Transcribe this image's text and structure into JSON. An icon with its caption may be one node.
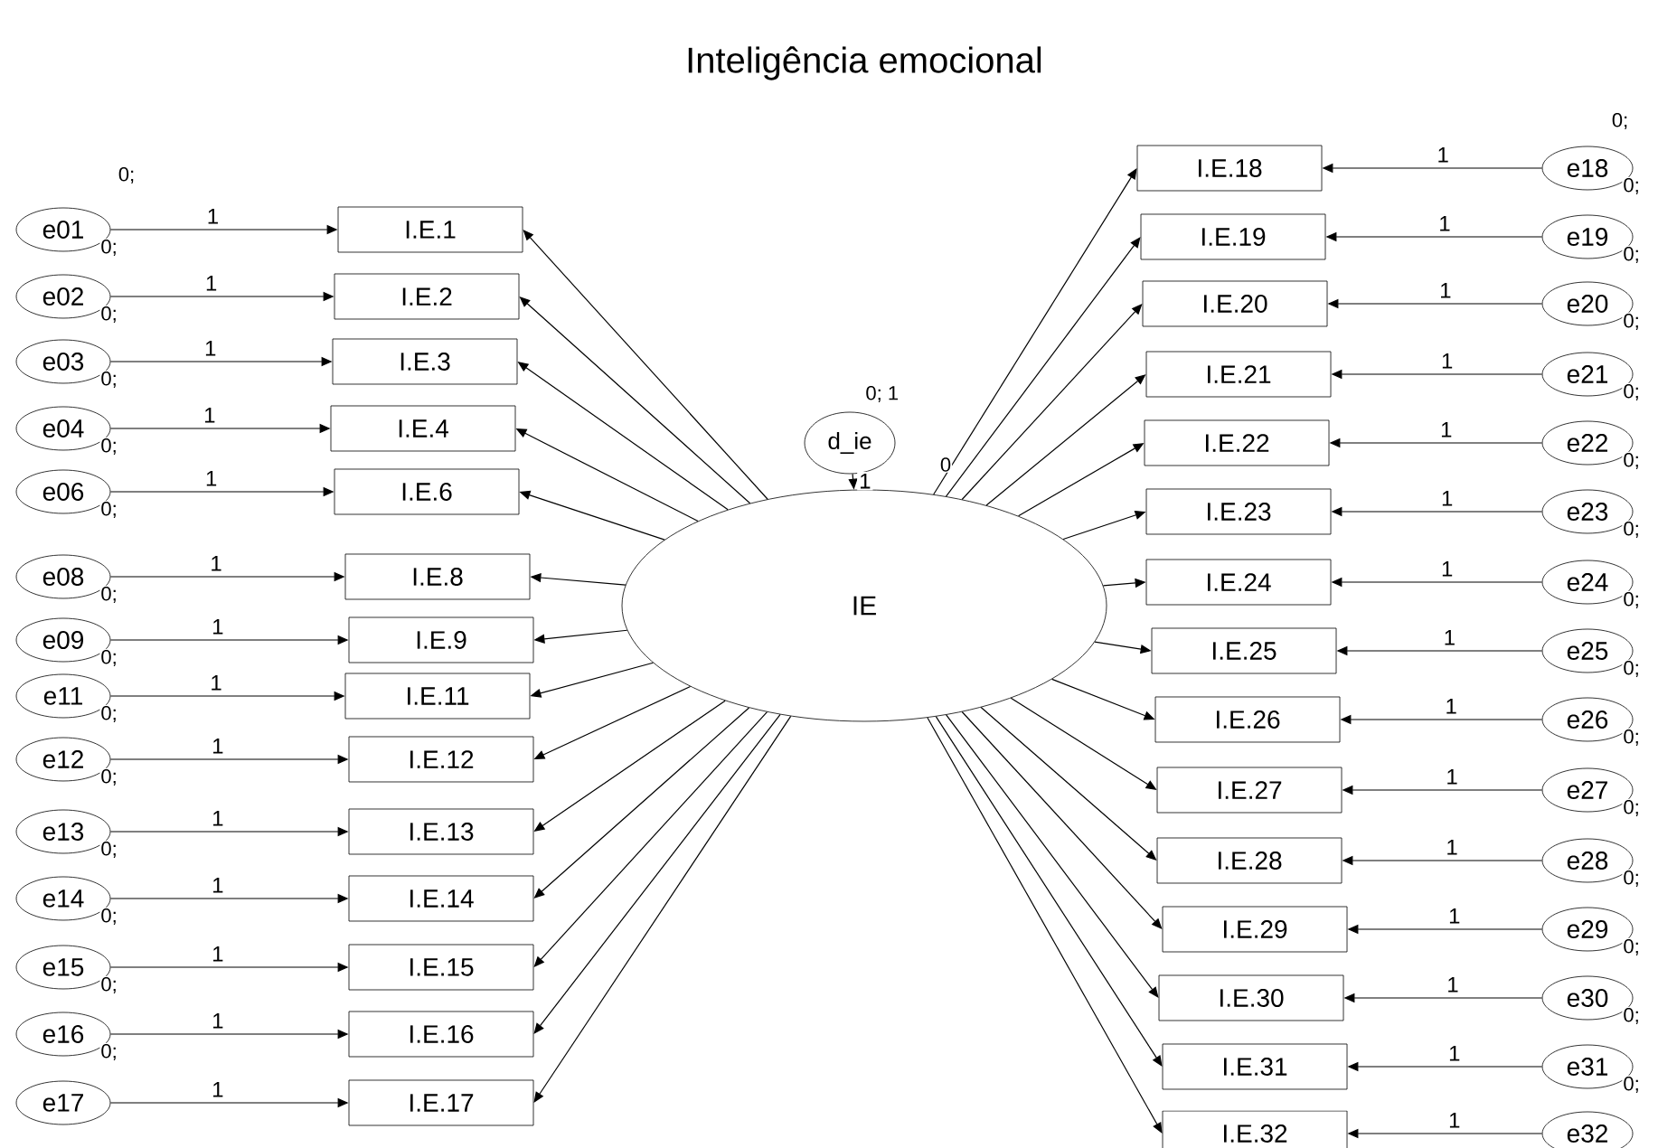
{
  "diagram": {
    "title": "Inteligência emocional",
    "nodes": [
      {
        "text": [
          "IE"
        ],
        "beside": [
          "0"
        ]
      },
      {
        "text": [
          "d_ie"
        ],
        "beside": [
          "0; 1"
        ]
      },
      {
        "text": [
          "e01"
        ],
        "beside": [
          "0;",
          "0;"
        ]
      },
      {
        "text": [
          "I.E.1"
        ]
      },
      {
        "text": [
          "e02"
        ],
        "beside": [
          "0;"
        ]
      },
      {
        "text": [
          "I.E.2"
        ]
      },
      {
        "text": [
          "e03"
        ],
        "beside": [
          "0;"
        ]
      },
      {
        "text": [
          "I.E.3"
        ]
      },
      {
        "text": [
          "e04"
        ],
        "beside": [
          "0;"
        ]
      },
      {
        "text": [
          "I.E.4"
        ]
      },
      {
        "text": [
          "e06"
        ],
        "beside": [
          "0;"
        ]
      },
      {
        "text": [
          "I.E.6"
        ]
      },
      {
        "text": [
          "e08"
        ],
        "beside": [
          "0;"
        ]
      },
      {
        "text": [
          "I.E.8"
        ]
      },
      {
        "text": [
          "e09"
        ],
        "beside": [
          "0;"
        ]
      },
      {
        "text": [
          "I.E.9"
        ]
      },
      {
        "text": [
          "e11"
        ],
        "beside": [
          "0;"
        ]
      },
      {
        "text": [
          "I.E.11"
        ]
      },
      {
        "text": [
          "e12"
        ],
        "beside": [
          "0;"
        ]
      },
      {
        "text": [
          "I.E.12"
        ]
      },
      {
        "text": [
          "e13"
        ],
        "beside": [
          "0;"
        ]
      },
      {
        "text": [
          "I.E.13"
        ]
      },
      {
        "text": [
          "e14"
        ],
        "beside": [
          "0;"
        ]
      },
      {
        "text": [
          "I.E.14"
        ]
      },
      {
        "text": [
          "e15"
        ],
        "beside": [
          "0;"
        ]
      },
      {
        "text": [
          "I.E.15"
        ]
      },
      {
        "text": [
          "e16"
        ],
        "beside": [
          "0;"
        ]
      },
      {
        "text": [
          "I.E.16"
        ]
      },
      {
        "text": [
          "e17"
        ]
      },
      {
        "text": [
          "I.E.17"
        ]
      },
      {
        "text": [
          "e18"
        ],
        "beside": [
          "0;",
          "0;"
        ]
      },
      {
        "text": [
          "I.E.18"
        ]
      },
      {
        "text": [
          "e19"
        ],
        "beside": [
          "0;"
        ]
      },
      {
        "text": [
          "I.E.19"
        ]
      },
      {
        "text": [
          "e20"
        ],
        "beside": [
          "0;"
        ]
      },
      {
        "text": [
          "I.E.20"
        ]
      },
      {
        "text": [
          "e21"
        ],
        "beside": [
          "0;"
        ]
      },
      {
        "text": [
          "I.E.21"
        ]
      },
      {
        "text": [
          "e22"
        ],
        "beside": [
          "0;"
        ]
      },
      {
        "text": [
          "I.E.22"
        ]
      },
      {
        "text": [
          "e23"
        ],
        "beside": [
          "0;"
        ]
      },
      {
        "text": [
          "I.E.23"
        ]
      },
      {
        "text": [
          "e24"
        ],
        "beside": [
          "0;"
        ]
      },
      {
        "text": [
          "I.E.24"
        ]
      },
      {
        "text": [
          "e25"
        ],
        "beside": [
          "0;"
        ]
      },
      {
        "text": [
          "I.E.25"
        ]
      },
      {
        "text": [
          "e26"
        ],
        "beside": [
          "0;"
        ]
      },
      {
        "text": [
          "I.E.26"
        ]
      },
      {
        "text": [
          "e27"
        ],
        "beside": [
          "0;"
        ]
      },
      {
        "text": [
          "I.E.27"
        ]
      },
      {
        "text": [
          "e28"
        ],
        "beside": [
          "0;"
        ]
      },
      {
        "text": [
          "I.E.28"
        ]
      },
      {
        "text": [
          "e29"
        ],
        "beside": [
          "0;"
        ]
      },
      {
        "text": [
          "I.E.29"
        ]
      },
      {
        "text": [
          "e30"
        ],
        "beside": [
          "0;"
        ]
      },
      {
        "text": [
          "I.E.30"
        ]
      },
      {
        "text": [
          "e31"
        ],
        "beside": [
          "0;"
        ]
      },
      {
        "text": [
          "I.E.31"
        ]
      },
      {
        "text": [
          "e32"
        ]
      },
      {
        "text": [
          "I.E.32"
        ]
      }
    ],
    "edges": [
      {
        "from": 1,
        "to": 0,
        "arrow": "to",
        "label": "1"
      },
      {
        "from": 0,
        "to": 3,
        "arrow": "to"
      },
      {
        "from": 2,
        "to": 3,
        "arrow": "to",
        "label": "1"
      },
      {
        "from": 0,
        "to": 5,
        "arrow": "to"
      },
      {
        "from": 4,
        "to": 5,
        "arrow": "to",
        "label": "1"
      },
      {
        "from": 0,
        "to": 7,
        "arrow": "to"
      },
      {
        "from": 6,
        "to": 7,
        "arrow": "to",
        "label": "1"
      },
      {
        "from": 0,
        "to": 9,
        "arrow": "to"
      },
      {
        "from": 8,
        "to": 9,
        "arrow": "to",
        "label": "1"
      },
      {
        "from": 0,
        "to": 11,
        "arrow": "to"
      },
      {
        "from": 10,
        "to": 11,
        "arrow": "to",
        "label": "1"
      },
      {
        "from": 0,
        "to": 13,
        "arrow": "to"
      },
      {
        "from": 12,
        "to": 13,
        "arrow": "to",
        "label": "1"
      },
      {
        "from": 0,
        "to": 15,
        "arrow": "to"
      },
      {
        "from": 14,
        "to": 15,
        "arrow": "to",
        "label": "1"
      },
      {
        "from": 0,
        "to": 17,
        "arrow": "to"
      },
      {
        "from": 16,
        "to": 17,
        "arrow": "to",
        "label": "1"
      },
      {
        "from": 0,
        "to": 19,
        "arrow": "to"
      },
      {
        "from": 18,
        "to": 19,
        "arrow": "to",
        "label": "1"
      },
      {
        "from": 0,
        "to": 21,
        "arrow": "to"
      },
      {
        "from": 20,
        "to": 21,
        "arrow": "to",
        "label": "1"
      },
      {
        "from": 0,
        "to": 23,
        "arrow": "to"
      },
      {
        "from": 22,
        "to": 23,
        "arrow": "to",
        "label": "1"
      },
      {
        "from": 0,
        "to": 25,
        "arrow": "to"
      },
      {
        "from": 24,
        "to": 25,
        "arrow": "to",
        "label": "1"
      },
      {
        "from": 0,
        "to": 27,
        "arrow": "to"
      },
      {
        "from": 26,
        "to": 27,
        "arrow": "to",
        "label": "1"
      },
      {
        "from": 0,
        "to": 29,
        "arrow": "to"
      },
      {
        "from": 28,
        "to": 29,
        "arrow": "to",
        "label": "1"
      },
      {
        "from": 0,
        "to": 31,
        "arrow": "to"
      },
      {
        "from": 30,
        "to": 31,
        "arrow": "to",
        "label": "1"
      },
      {
        "from": 0,
        "to": 33,
        "arrow": "to"
      },
      {
        "from": 32,
        "to": 33,
        "arrow": "to",
        "label": "1"
      },
      {
        "from": 0,
        "to": 35,
        "arrow": "to"
      },
      {
        "from": 34,
        "to": 35,
        "arrow": "to",
        "label": "1"
      },
      {
        "from": 0,
        "to": 37,
        "arrow": "to"
      },
      {
        "from": 36,
        "to": 37,
        "arrow": "to",
        "label": "1"
      },
      {
        "from": 0,
        "to": 39,
        "arrow": "to"
      },
      {
        "from": 38,
        "to": 39,
        "arrow": "to",
        "label": "1"
      },
      {
        "from": 0,
        "to": 41,
        "arrow": "to"
      },
      {
        "from": 40,
        "to": 41,
        "arrow": "to",
        "label": "1"
      },
      {
        "from": 0,
        "to": 43,
        "arrow": "to"
      },
      {
        "from": 42,
        "to": 43,
        "arrow": "to",
        "label": "1"
      },
      {
        "from": 0,
        "to": 45,
        "arrow": "to"
      },
      {
        "from": 44,
        "to": 45,
        "arrow": "to",
        "label": "1"
      },
      {
        "from": 0,
        "to": 47,
        "arrow": "to"
      },
      {
        "from": 46,
        "to": 47,
        "arrow": "to",
        "label": "1"
      },
      {
        "from": 0,
        "to": 49,
        "arrow": "to"
      },
      {
        "from": 48,
        "to": 49,
        "arrow": "to",
        "label": "1"
      },
      {
        "from": 0,
        "to": 51,
        "arrow": "to"
      },
      {
        "from": 50,
        "to": 51,
        "arrow": "to",
        "label": "1"
      },
      {
        "from": 0,
        "to": 53,
        "arrow": "to"
      },
      {
        "from": 52,
        "to": 53,
        "arrow": "to",
        "label": "1"
      },
      {
        "from": 0,
        "to": 55,
        "arrow": "to"
      },
      {
        "from": 54,
        "to": 55,
        "arrow": "to",
        "label": "1"
      },
      {
        "from": 0,
        "to": 57,
        "arrow": "to"
      },
      {
        "from": 56,
        "to": 57,
        "arrow": "to",
        "label": "1"
      },
      {
        "from": 0,
        "to": 59,
        "arrow": "to"
      },
      {
        "from": 58,
        "to": 59,
        "arrow": "to",
        "label": "1"
      }
    ]
  }
}
